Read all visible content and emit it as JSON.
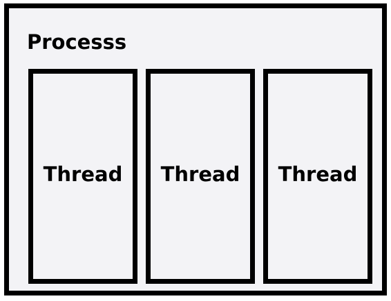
{
  "process": {
    "title": "Processs"
  },
  "threads": [
    {
      "label": "Thread"
    },
    {
      "label": "Thread"
    },
    {
      "label": "Thread"
    }
  ],
  "colors": {
    "border": "#000000",
    "fill": "#f3f3f6",
    "text": "#000000"
  }
}
